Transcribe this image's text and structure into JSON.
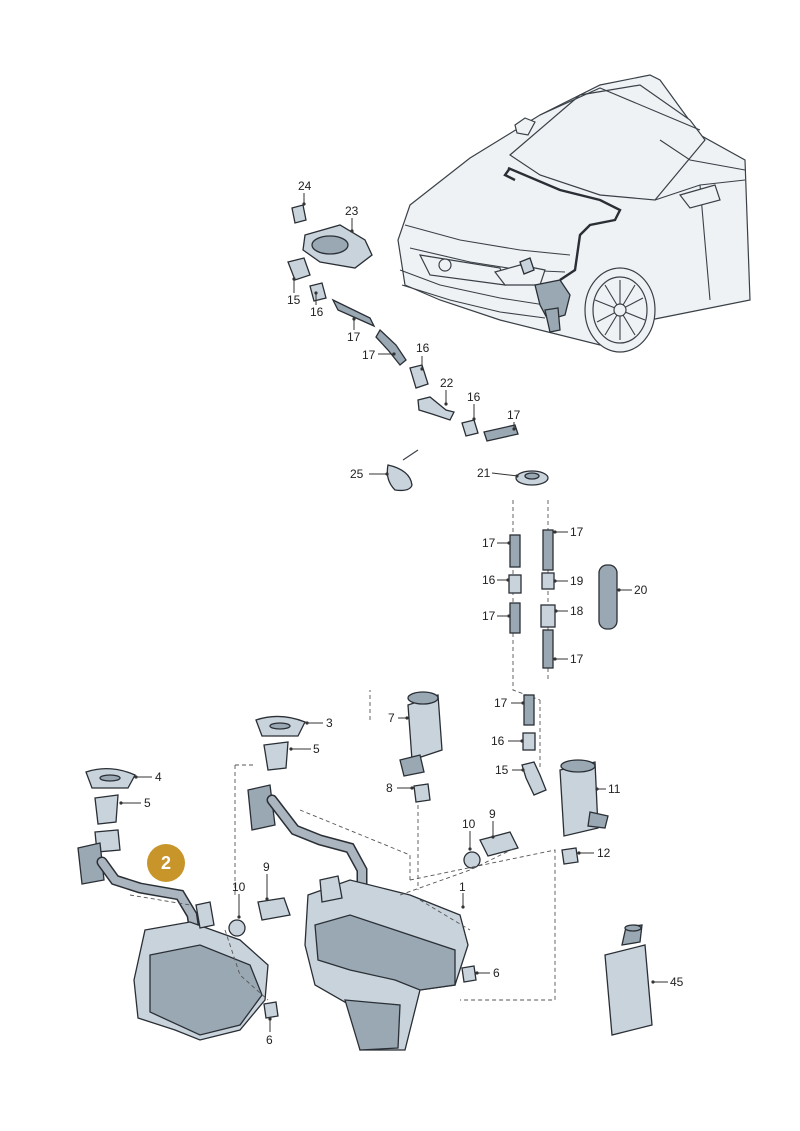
{
  "colors": {
    "part_fill": "#c9d3dc",
    "part_fill_dark": "#9aa8b4",
    "part_stroke": "#2a2f35",
    "car_fill": "#eef2f5",
    "callout_line": "#333333",
    "badge_fill": "#c8952a",
    "badge_text": "#ffffff"
  },
  "badge": {
    "text": "2"
  },
  "labels": {
    "l24": "24",
    "l23": "23",
    "l15a": "15",
    "l16a": "16",
    "l17a": "17",
    "l17b": "17",
    "l16b": "16",
    "l22": "22",
    "l16c": "16",
    "l17c": "17",
    "l25": "25",
    "l21": "21",
    "l17d": "17",
    "l17e": "17",
    "l19": "19",
    "l16d": "16",
    "l20": "20",
    "l18": "18",
    "l17f": "17",
    "l17g": "17",
    "l17h": "17",
    "l16e": "16",
    "l15b": "15",
    "l7": "7",
    "l3": "3",
    "l5a": "5",
    "l4": "4",
    "l5b": "5",
    "l8": "8",
    "l11": "11",
    "l10a": "10",
    "l9a": "9",
    "l12": "12",
    "l10b": "10",
    "l9b": "9",
    "l1": "1",
    "l6a": "6",
    "l45": "45",
    "l6b": "6"
  }
}
